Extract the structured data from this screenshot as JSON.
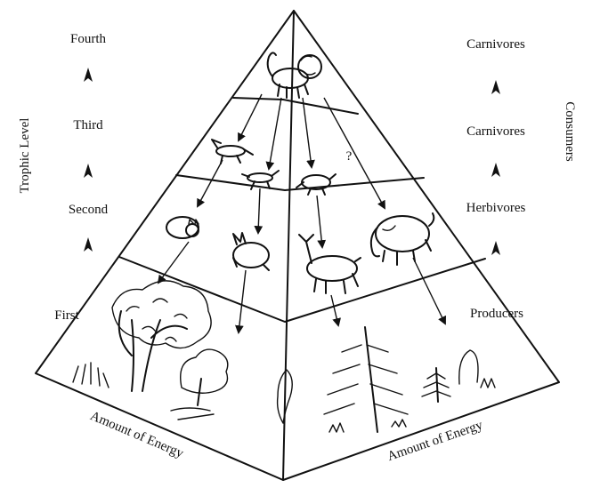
{
  "left_axis": {
    "title": "Trophic Level",
    "levels": [
      "Fourth",
      "Third",
      "Second",
      "First"
    ]
  },
  "right_axis": {
    "title": "Consumers",
    "levels": [
      "Carnivores",
      "Carnivores",
      "Herbivores",
      "Producers"
    ]
  },
  "base": {
    "left_label": "Amount of Energy",
    "right_label": "Amount of Energy"
  },
  "question_mark": "?",
  "icons": {
    "apex": "lion-icon",
    "third_level": [
      "fox-icon",
      "weasel-icon",
      "rodent-icon"
    ],
    "second_level": [
      "cat-icon",
      "rabbit-icon",
      "deer-icon",
      "elephant-icon"
    ],
    "first_level": [
      "broadleaf-tree-icon",
      "pine-tree-icon",
      "shrub-icon",
      "grass-icon"
    ],
    "up_arrow": "up-arrow-icon"
  }
}
